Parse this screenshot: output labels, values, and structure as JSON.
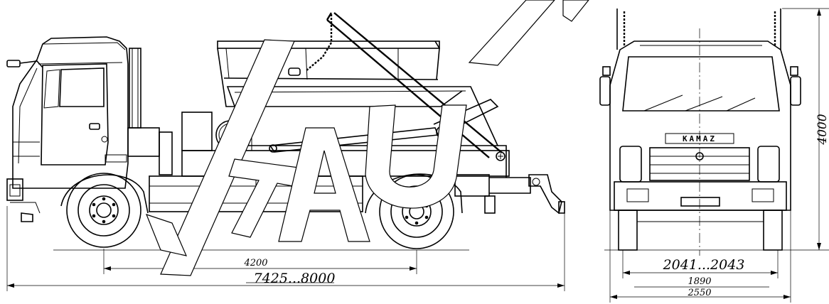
{
  "dimensions": {
    "wheelbase": "4200",
    "overall_length": "7425...8000",
    "height": "4000",
    "track_width": "2041...2043",
    "rear_track": "1890",
    "overall_width": "2550"
  },
  "front_grille_brand": "KAMAZ",
  "watermark_color": "#ffffff",
  "line_color": "#000000"
}
